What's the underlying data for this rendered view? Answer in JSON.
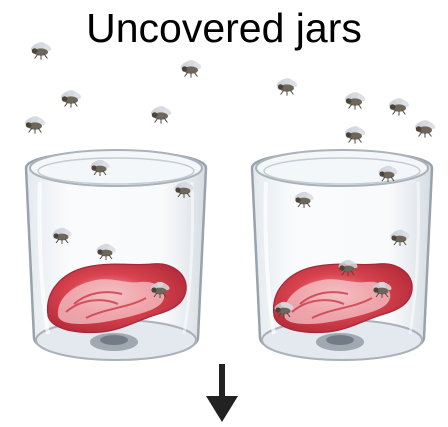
{
  "title": "Uncovered jars",
  "colors": {
    "background": "#ffffff",
    "text": "#000000",
    "glass_stroke": "#9aa2ab",
    "glass_fill": "#eef2f6",
    "meat_red": "#d9434f",
    "meat_light": "#f0a7ac",
    "fly_body": "#6e665a",
    "fly_wing": "#c9ced4",
    "arrow": "#222222"
  },
  "icons": {
    "fly": "fly-icon",
    "jar": "glass-jar",
    "meat": "meat-piece",
    "arrow": "arrow-down-icon"
  }
}
